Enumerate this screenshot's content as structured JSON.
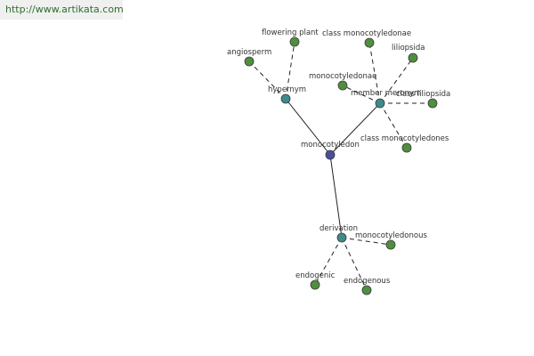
{
  "header": {
    "source_url": "http://www.artikata.com"
  },
  "graph": {
    "center": {
      "id": "center",
      "label": "monocotyledon",
      "color": "#4a4f9a"
    },
    "relations": [
      {
        "id": "hypernym",
        "label": "hypernym",
        "color": "#3f8a8a"
      },
      {
        "id": "member_meronym",
        "label": "member meronym",
        "color": "#3f8a8a"
      },
      {
        "id": "derivation",
        "label": "derivation",
        "color": "#3f8a8a"
      }
    ],
    "leaves": [
      {
        "id": "flowering_plant",
        "label": "flowering plant",
        "relation": "hypernym",
        "color": "#4f8f3f"
      },
      {
        "id": "angiosperm",
        "label": "angiosperm",
        "relation": "hypernym",
        "color": "#4f8f3f"
      },
      {
        "id": "class_monocotyledonae",
        "label": "class monocotyledonae",
        "relation": "member_meronym",
        "color": "#4f8f3f"
      },
      {
        "id": "liliopsida",
        "label": "liliopsida",
        "relation": "member_meronym",
        "color": "#4f8f3f"
      },
      {
        "id": "monocotyledonae",
        "label": "monocotyledonae",
        "relation": "member_meronym",
        "color": "#4f8f3f"
      },
      {
        "id": "class_liliopsida",
        "label": "class liliopsida",
        "relation": "member_meronym",
        "color": "#4f8f3f"
      },
      {
        "id": "class_monocotyledones",
        "label": "class monocotyledones",
        "relation": "member_meronym",
        "color": "#4f8f3f"
      },
      {
        "id": "monocotyledonous",
        "label": "monocotyledonous",
        "relation": "derivation",
        "color": "#4f8f3f"
      },
      {
        "id": "endogenic",
        "label": "endogenic",
        "relation": "derivation",
        "color": "#4f8f3f"
      },
      {
        "id": "endogenous",
        "label": "endogenous",
        "relation": "derivation",
        "color": "#4f8f3f"
      }
    ]
  }
}
